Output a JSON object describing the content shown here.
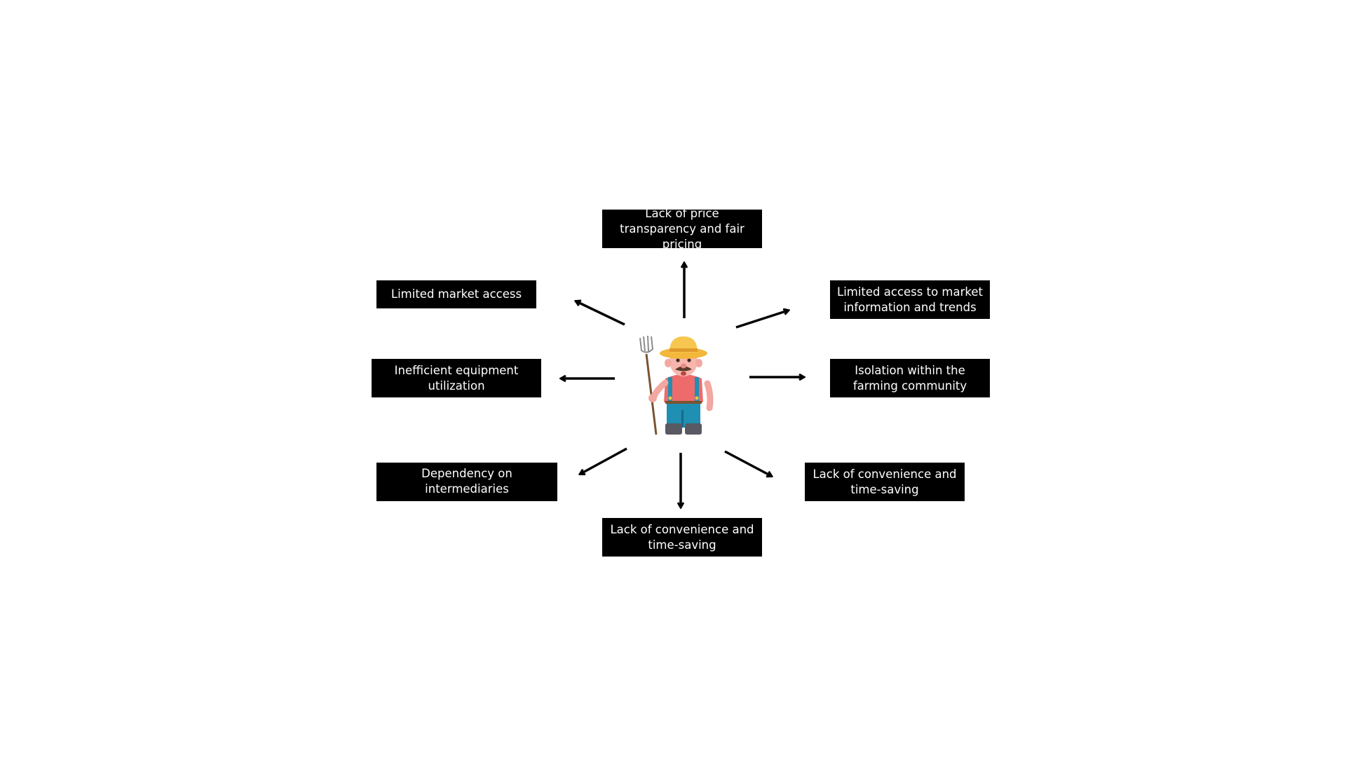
{
  "diagram": {
    "center_icon": "farmer-with-pitchfork-icon",
    "colors": {
      "box_background": "#000000",
      "box_text": "#ffffff",
      "arrow": "#000000",
      "background": "#ffffff"
    },
    "problems": [
      {
        "id": "top",
        "label": "Lack of price transparency and fair pricing"
      },
      {
        "id": "upper-left",
        "label": "Limited market access"
      },
      {
        "id": "upper-right",
        "label": "Limited access to market information and trends"
      },
      {
        "id": "left",
        "label": "Inefficient equipment utilization"
      },
      {
        "id": "right",
        "label": "Isolation within the farming community"
      },
      {
        "id": "lower-left",
        "label": "Dependency on intermediaries"
      },
      {
        "id": "lower-right",
        "label": "Lack of convenience and time-saving"
      },
      {
        "id": "bottom",
        "label": "Lack of convenience and time-saving"
      }
    ]
  }
}
